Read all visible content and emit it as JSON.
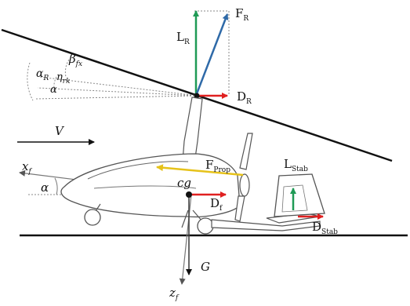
{
  "labels": {
    "F_R": {
      "main": "F",
      "sub": "R"
    },
    "L_R": {
      "main": "L",
      "sub": "R"
    },
    "D_R": {
      "main": "D",
      "sub": "R"
    },
    "beta": {
      "main": "β",
      "sub": "fx"
    },
    "alpha_R": {
      "main": "α",
      "sub": "R"
    },
    "eta": {
      "main": "η",
      "sub": "rk"
    },
    "alpha_small": {
      "main": "α",
      "sub": ""
    },
    "V": {
      "main": "V",
      "sub": ""
    },
    "x_f": {
      "main": "x",
      "sub": "f"
    },
    "alpha": {
      "main": "α",
      "sub": ""
    },
    "F_Prop": {
      "main": "F",
      "sub": "Prop"
    },
    "cg": {
      "main": "cg",
      "sub": ""
    },
    "D_f": {
      "main": "D",
      "sub": "f"
    },
    "L_Stab": {
      "main": "L",
      "sub": "Stab"
    },
    "D_Stab": {
      "main": "D",
      "sub": "Stab"
    },
    "G": {
      "main": "G",
      "sub": ""
    },
    "z_f": {
      "main": "z",
      "sub": "f"
    }
  },
  "colors": {
    "lift": "#1f9a55",
    "drag": "#e02020",
    "resultant": "#2f6aa8",
    "thrust": "#e6c21a",
    "ink": "#111111",
    "grey": "#777777"
  }
}
